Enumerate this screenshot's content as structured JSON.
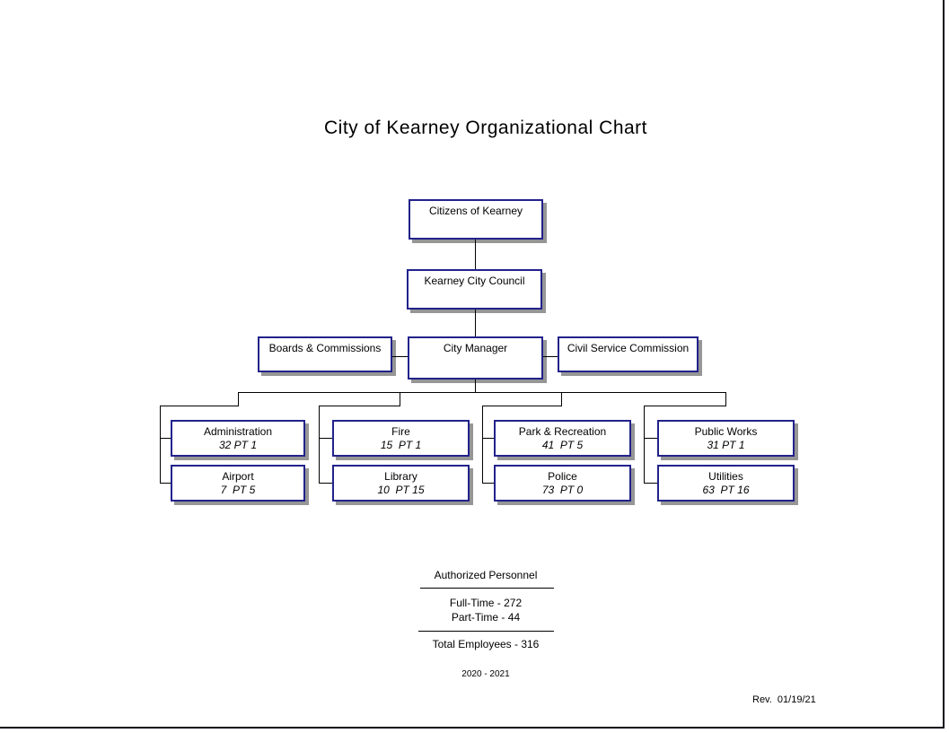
{
  "page": {
    "title": "City of Kearney Organizational Chart",
    "revision": "Rev.  01/19/21"
  },
  "colors": {
    "box_border": "#22228B",
    "box_shadow": "#969696",
    "connector_line": "#000000",
    "text": "#000000",
    "background": "#ffffff"
  },
  "org": {
    "citizens": {
      "label": "Citizens of Kearney"
    },
    "council": {
      "label": "Kearney City Council"
    },
    "boards": {
      "label": "Boards & Commissions"
    },
    "manager": {
      "label": "City Manager"
    },
    "civil_service": {
      "label": "Civil Service Commission"
    },
    "departments": [
      {
        "name": "Administration",
        "staff": "32 PT 1"
      },
      {
        "name": "Airport",
        "staff": "7  PT 5"
      },
      {
        "name": "Fire",
        "staff": "15  PT 1"
      },
      {
        "name": "Library",
        "staff": "10  PT 15"
      },
      {
        "name": "Park & Recreation",
        "staff": "41  PT 5"
      },
      {
        "name": "Police",
        "staff": "73  PT 0"
      },
      {
        "name": "Public Works",
        "staff": "31 PT 1"
      },
      {
        "name": "Utilities",
        "staff": "63  PT 16"
      }
    ]
  },
  "summary": {
    "heading": "Authorized Personnel",
    "full_time": "Full-Time - 272",
    "part_time": "Part-Time - 44",
    "total": "Total Employees - 316",
    "years": "2020 - 2021"
  }
}
